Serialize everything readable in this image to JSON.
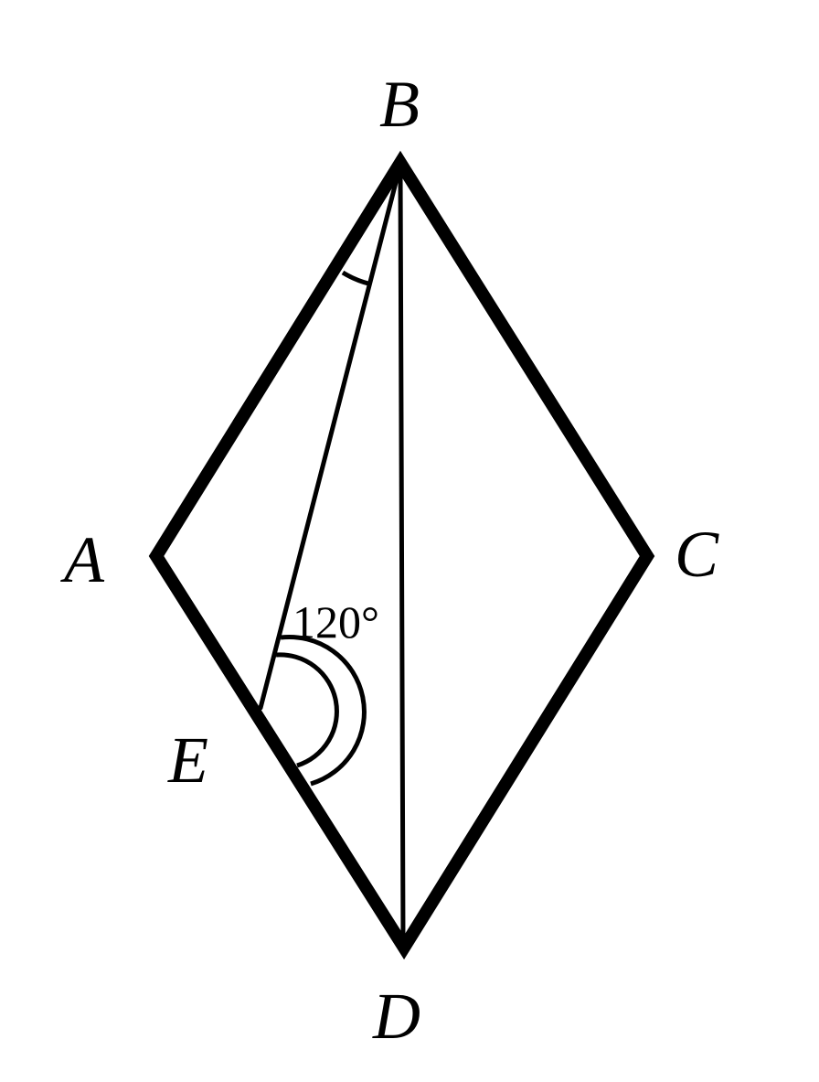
{
  "diagram": {
    "points": {
      "A": "A",
      "B": "B",
      "C": "C",
      "D": "D",
      "E": "E"
    },
    "angle_label": "120°"
  }
}
